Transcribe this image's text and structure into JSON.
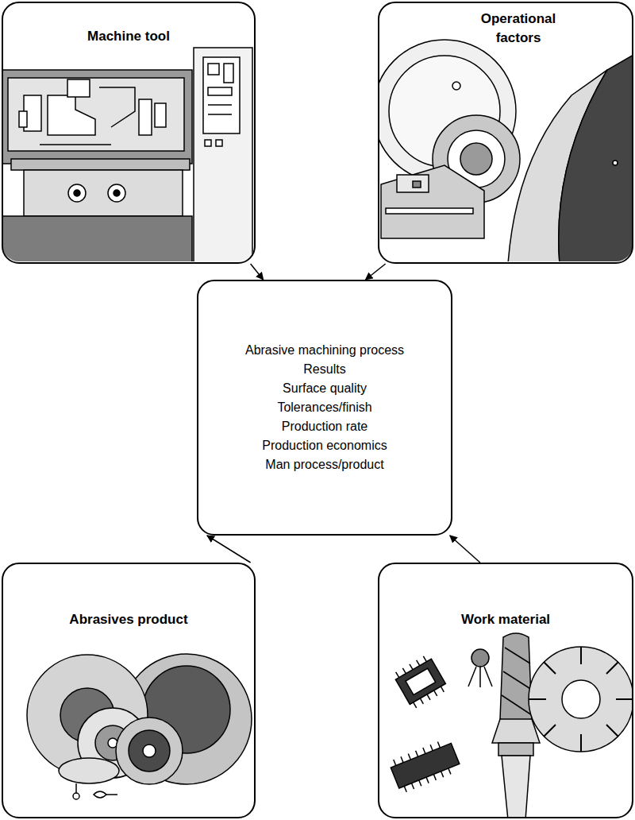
{
  "diagram": {
    "nodes": [
      {
        "text": [
          "Machine tool"
        ]
      },
      {
        "text": [
          "Operational factors"
        ]
      },
      {
        "text": [
          "Abrasive machining process",
          "Results",
          "Surface quality",
          "Tolerances/finish",
          "Production rate",
          "Production economics",
          "Man process/product"
        ]
      },
      {
        "text": [
          "Abrasives product"
        ]
      },
      {
        "text": [
          "Work material"
        ]
      }
    ],
    "edges": [
      {
        "from": 0,
        "to": 2,
        "arrow": "to"
      },
      {
        "from": 1,
        "to": 2,
        "arrow": "to"
      },
      {
        "from": 3,
        "to": 2,
        "arrow": "to"
      },
      {
        "from": 4,
        "to": 2,
        "arrow": "to"
      }
    ]
  }
}
